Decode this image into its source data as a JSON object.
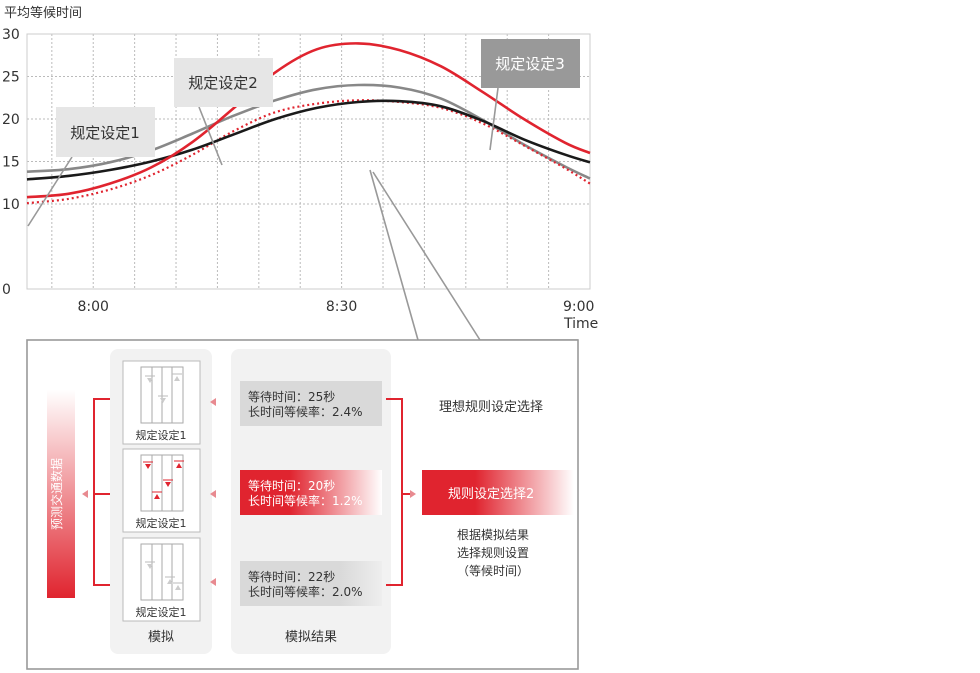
{
  "chart_data": {
    "type": "line",
    "ylabel": "平均等候时间",
    "xlabel": "Time",
    "ylim": [
      0,
      30
    ],
    "yticks": [
      0,
      10,
      15,
      20,
      25,
      30
    ],
    "xlim": [
      "7:52",
      "9:00"
    ],
    "xticks": [
      "8:00",
      "8:30",
      "9:00"
    ],
    "grid": true,
    "x": [
      "7:52",
      "7:57",
      "8:02",
      "8:07",
      "8:12",
      "8:17",
      "8:22",
      "8:27",
      "8:32",
      "8:37",
      "8:42",
      "8:47",
      "8:52",
      "8:57",
      "9:00"
    ],
    "series": [
      {
        "name": "规定设定1",
        "color": "#1a1a1a",
        "style": "solid",
        "values": [
          12.9,
          13.3,
          14.0,
          15.0,
          16.4,
          18.2,
          20.0,
          21.3,
          22.0,
          22.1,
          21.5,
          19.8,
          17.6,
          15.8,
          14.9
        ]
      },
      {
        "name": "规定设定2",
        "color": "#888888",
        "style": "solid",
        "values": [
          13.8,
          14.1,
          14.9,
          16.3,
          18.3,
          20.4,
          22.2,
          23.5,
          24.0,
          23.7,
          22.4,
          19.9,
          17.0,
          14.4,
          13.0
        ]
      },
      {
        "name": "规定设定3",
        "color": "#e0242f",
        "style": "solid",
        "values": [
          10.8,
          11.2,
          12.4,
          14.3,
          17.3,
          21.3,
          25.5,
          28.2,
          28.9,
          28.1,
          26.2,
          23.2,
          20.0,
          17.2,
          16.0
        ]
      },
      {
        "name": "",
        "color": "#e0242f",
        "style": "dotted",
        "values": [
          10.1,
          10.6,
          11.7,
          13.4,
          15.8,
          18.6,
          20.8,
          21.8,
          22.2,
          22.0,
          21.3,
          19.5,
          16.9,
          14.2,
          12.4
        ]
      }
    ],
    "callouts": [
      "规定设定1",
      "规定设定2",
      "规定设定3"
    ]
  },
  "flow": {
    "input_label": "预测交通数据",
    "sim_label": "模拟",
    "results_label": "模拟结果",
    "setting_labels": [
      "规定设定1",
      "规定设定1",
      "规定设定1"
    ],
    "results": [
      {
        "line1": "等待时间：25秒",
        "line2": "长时间等候率：2.4%"
      },
      {
        "line1": "等待时间：20秒",
        "line2": "长时间等候率：1.2%"
      },
      {
        "line1": "等待时间：22秒",
        "line2": "长时间等候率：2.0%"
      }
    ],
    "ideal_label": "理想规则设定选择",
    "selected_label": "规则设定选择2",
    "note_lines": [
      "根据模拟结果",
      "选择规则设置",
      "（等候时间）"
    ]
  },
  "colors": {
    "accent": "#e0242f",
    "panel": "#f2f2f2",
    "box": "#d9d9d9",
    "callout3": "#999999"
  }
}
